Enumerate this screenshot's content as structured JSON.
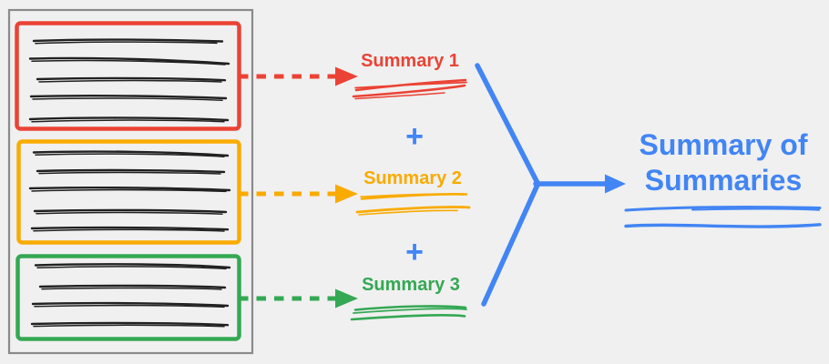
{
  "colors": {
    "background": "#F0F0F0",
    "document_outline": "#8A8A8A",
    "ink": "#212121",
    "red": "#EA4335",
    "yellow": "#F9AB00",
    "green": "#34A853",
    "blue": "#4285F4"
  },
  "document": {
    "sections": [
      {
        "id": "section-1",
        "outline_color": "#EA4335",
        "text_line_count": 5
      },
      {
        "id": "section-2",
        "outline_color": "#F9AB00",
        "text_line_count": 5
      },
      {
        "id": "section-3",
        "outline_color": "#34A853",
        "text_line_count": 4
      }
    ]
  },
  "summaries": [
    {
      "label": "Summary 1",
      "color": "#EA4335"
    },
    {
      "label": "Summary 2",
      "color": "#F9AB00"
    },
    {
      "label": "Summary 3",
      "color": "#34A853"
    }
  ],
  "operator": {
    "plus": "+"
  },
  "final_summary": {
    "label": "Summary of Summaries",
    "color": "#4285F4"
  }
}
